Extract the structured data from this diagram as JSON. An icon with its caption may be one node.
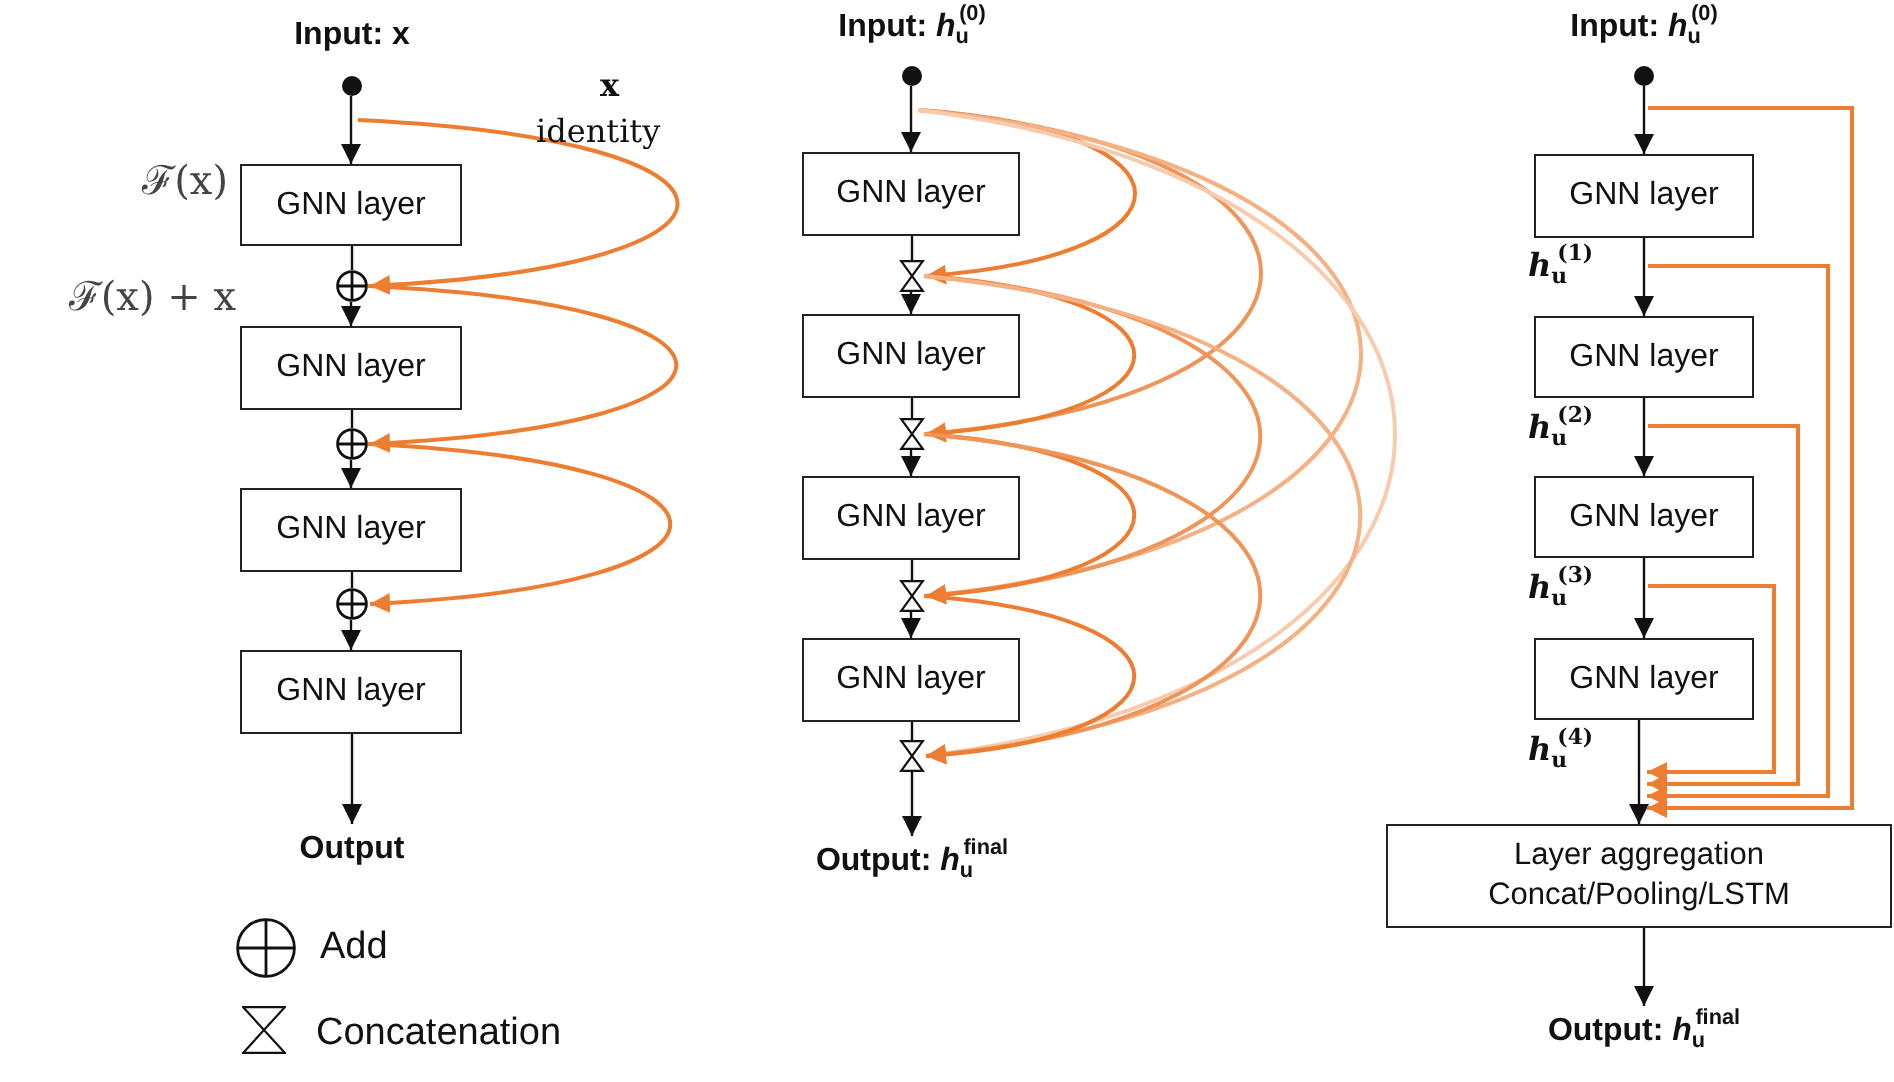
{
  "diagram": {
    "nodes": [
      {
        "text": [],
        "shape": "circle",
        "beside": [
          "Input: x"
        ]
      },
      {
        "text": [
          "GNN layer"
        ]
      },
      {
        "text": [],
        "shape": "circle"
      },
      {
        "text": [
          "GNN layer"
        ]
      },
      {
        "text": [],
        "shape": "circle"
      },
      {
        "text": [
          "GNN layer"
        ]
      },
      {
        "text": [],
        "shape": "circle"
      },
      {
        "text": [
          "GNN layer"
        ]
      },
      {
        "text": [
          "Output"
        ]
      },
      {
        "text": [],
        "shape": "circle",
        "beside": [
          "Input: *h*$_{u}$$^{(0)}$"
        ]
      },
      {
        "text": [
          "GNN layer"
        ]
      },
      {
        "text": [],
        "shape": "hourglass"
      },
      {
        "text": [
          "GNN layer"
        ]
      },
      {
        "text": [],
        "shape": "hourglass"
      },
      {
        "text": [
          "GNN layer"
        ]
      },
      {
        "text": [],
        "shape": "hourglass"
      },
      {
        "text": [
          "GNN layer"
        ]
      },
      {
        "text": [],
        "shape": "hourglass"
      },
      {
        "text": [
          "Output: *h*$_{u}$$^{final}$"
        ]
      },
      {
        "text": [],
        "shape": "circle",
        "beside": [
          "Input: *h*$_{u}$$^{(0)}$"
        ]
      },
      {
        "text": [
          "GNN layer"
        ]
      },
      {
        "text": [
          "GNN layer"
        ]
      },
      {
        "text": [
          "GNN layer"
        ]
      },
      {
        "text": [
          "GNN layer"
        ]
      },
      {
        "text": [
          "Layer aggregation",
          "Concat/Pooling/LSTM"
        ]
      },
      {
        "text": [
          "Output: *h*$_{u}$$^{final}$"
        ]
      }
    ],
    "edges": [
      {
        "from": 0,
        "to": 1,
        "arrow": "to"
      },
      {
        "from": 1,
        "to": 2,
        "arrow": "none"
      },
      {
        "from": 2,
        "to": 3,
        "arrow": "to"
      },
      {
        "from": 3,
        "to": 4,
        "arrow": "none"
      },
      {
        "from": 4,
        "to": 5,
        "arrow": "to"
      },
      {
        "from": 5,
        "to": 6,
        "arrow": "none"
      },
      {
        "from": 6,
        "to": 7,
        "arrow": "to"
      },
      {
        "from": 7,
        "to": 8,
        "arrow": "to"
      },
      {
        "from": 0,
        "to": 2,
        "arrow": "to",
        "color": "#ed7d31"
      },
      {
        "from": 2,
        "to": 4,
        "arrow": "to",
        "color": "#ed7d31"
      },
      {
        "from": 4,
        "to": 6,
        "arrow": "to",
        "color": "#ed7d31"
      },
      {
        "from": 9,
        "to": 10,
        "arrow": "to"
      },
      {
        "from": 10,
        "to": 11,
        "arrow": "none"
      },
      {
        "from": 11,
        "to": 12,
        "arrow": "to"
      },
      {
        "from": 12,
        "to": 13,
        "arrow": "none"
      },
      {
        "from": 13,
        "to": 14,
        "arrow": "to"
      },
      {
        "from": 14,
        "to": 15,
        "arrow": "none"
      },
      {
        "from": 15,
        "to": 16,
        "arrow": "to"
      },
      {
        "from": 16,
        "to": 17,
        "arrow": "none"
      },
      {
        "from": 17,
        "to": 18,
        "arrow": "to"
      },
      {
        "from": 9,
        "to": 11,
        "arrow": "to",
        "color": "#ed7d31"
      },
      {
        "from": 9,
        "to": 13,
        "arrow": "to",
        "color": "#f0955a"
      },
      {
        "from": 9,
        "to": 15,
        "arrow": "to",
        "color": "#f4b183"
      },
      {
        "from": 9,
        "to": 17,
        "arrow": "to",
        "color": "#f8cbad"
      },
      {
        "from": 11,
        "to": 13,
        "arrow": "to",
        "color": "#ed7d31"
      },
      {
        "from": 11,
        "to": 15,
        "arrow": "to",
        "color": "#f0955a"
      },
      {
        "from": 11,
        "to": 17,
        "arrow": "to",
        "color": "#f4b183"
      },
      {
        "from": 13,
        "to": 15,
        "arrow": "to",
        "color": "#ed7d31"
      },
      {
        "from": 13,
        "to": 17,
        "arrow": "to",
        "color": "#f0955a"
      },
      {
        "from": 15,
        "to": 17,
        "arrow": "to",
        "color": "#ed7d31"
      },
      {
        "from": 19,
        "to": 20,
        "arrow": "to"
      },
      {
        "from": 20,
        "to": 21,
        "arrow": "to"
      },
      {
        "from": 21,
        "to": 22,
        "arrow": "to"
      },
      {
        "from": 22,
        "to": 23,
        "arrow": "to"
      },
      {
        "from": 23,
        "to": 24,
        "arrow": "to"
      },
      {
        "from": 24,
        "to": 25,
        "arrow": "to"
      },
      {
        "from": 19,
        "to": 24,
        "arrow": "to",
        "color": "#ed7d31"
      },
      {
        "from": 20,
        "to": 24,
        "arrow": "to",
        "color": "#ed7d31"
      },
      {
        "from": 21,
        "to": 24,
        "arrow": "to",
        "color": "#ed7d31"
      },
      {
        "from": 22,
        "to": 24,
        "arrow": "to",
        "color": "#ed7d31"
      }
    ],
    "labels": [
      "ℱ(x)",
      "ℱ(x) + x",
      "x",
      "identity",
      "*h*$_{u}$$^{(1)}$",
      "*h*$_{u}$$^{(2)}$",
      "*h*$_{u}$$^{(3)}$",
      "*h*$_{u}$$^{(4)}$"
    ],
    "legend": [
      {
        "text": "Add"
      },
      {
        "text": "Concatenation"
      }
    ]
  }
}
